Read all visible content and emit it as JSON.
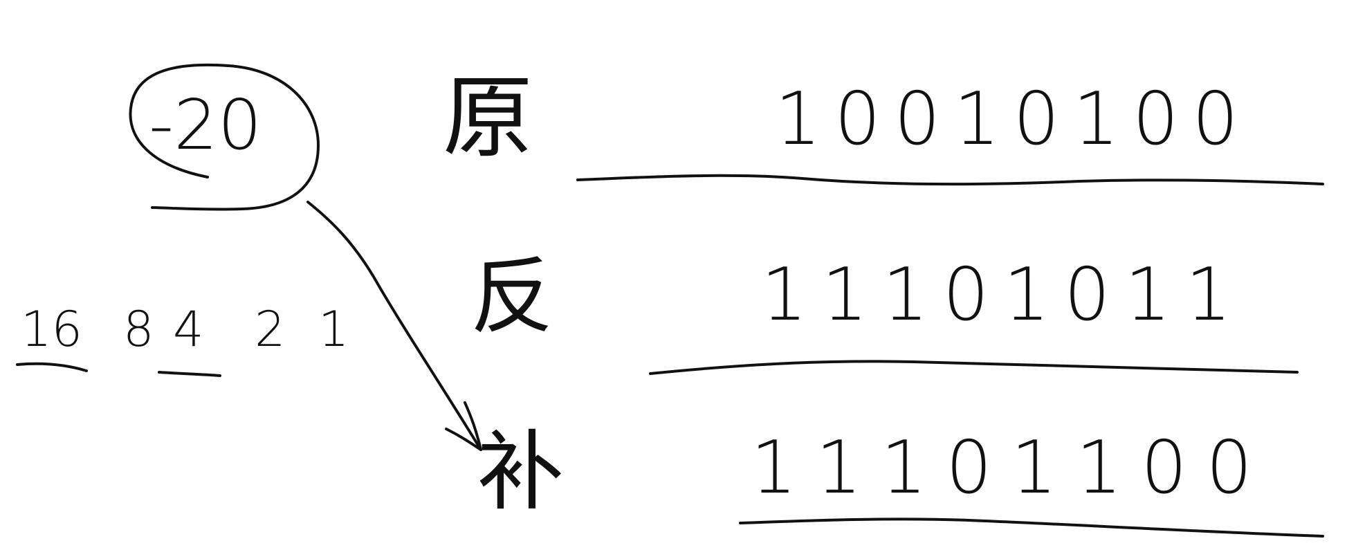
{
  "colors": {
    "ink": "#111111",
    "background": "#ffffff"
  },
  "value": "-20",
  "place_values": [
    "16",
    "8",
    "4",
    "2",
    "1"
  ],
  "rows": [
    {
      "label": "原",
      "bits": "10010100"
    },
    {
      "label": "反",
      "bits": "11101011"
    },
    {
      "label": "补",
      "bits": "11101100"
    }
  ]
}
